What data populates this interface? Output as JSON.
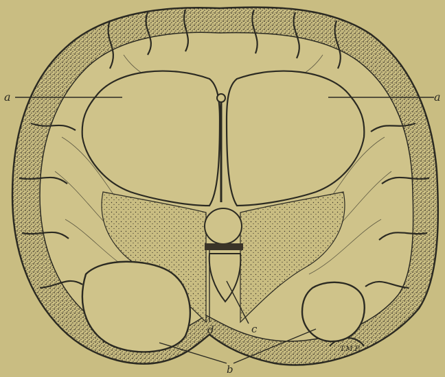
{
  "colors": {
    "paper": "#c9bd82",
    "ink": "#2b2a22",
    "stipple": "#3a3428"
  },
  "labels": {
    "a_left": "a",
    "a_right": "a",
    "b": "b",
    "c": "c",
    "d": "d",
    "signature": "T.M.P."
  }
}
